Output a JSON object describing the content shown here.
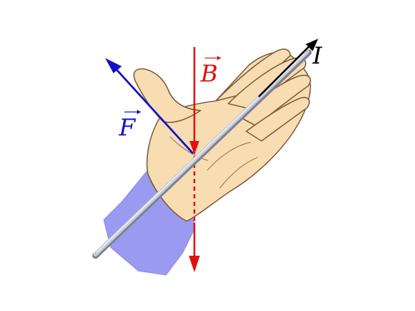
{
  "labels": {
    "current": "I",
    "field": "B",
    "force": "F"
  },
  "colors": {
    "force": "#1010c8",
    "field": "#e01010",
    "current": "#000000",
    "sleeve": "#9a9af0",
    "skin": "#f8ddb2",
    "skin_outline": "#7a5a3a",
    "wire": "#d8dbe6"
  }
}
